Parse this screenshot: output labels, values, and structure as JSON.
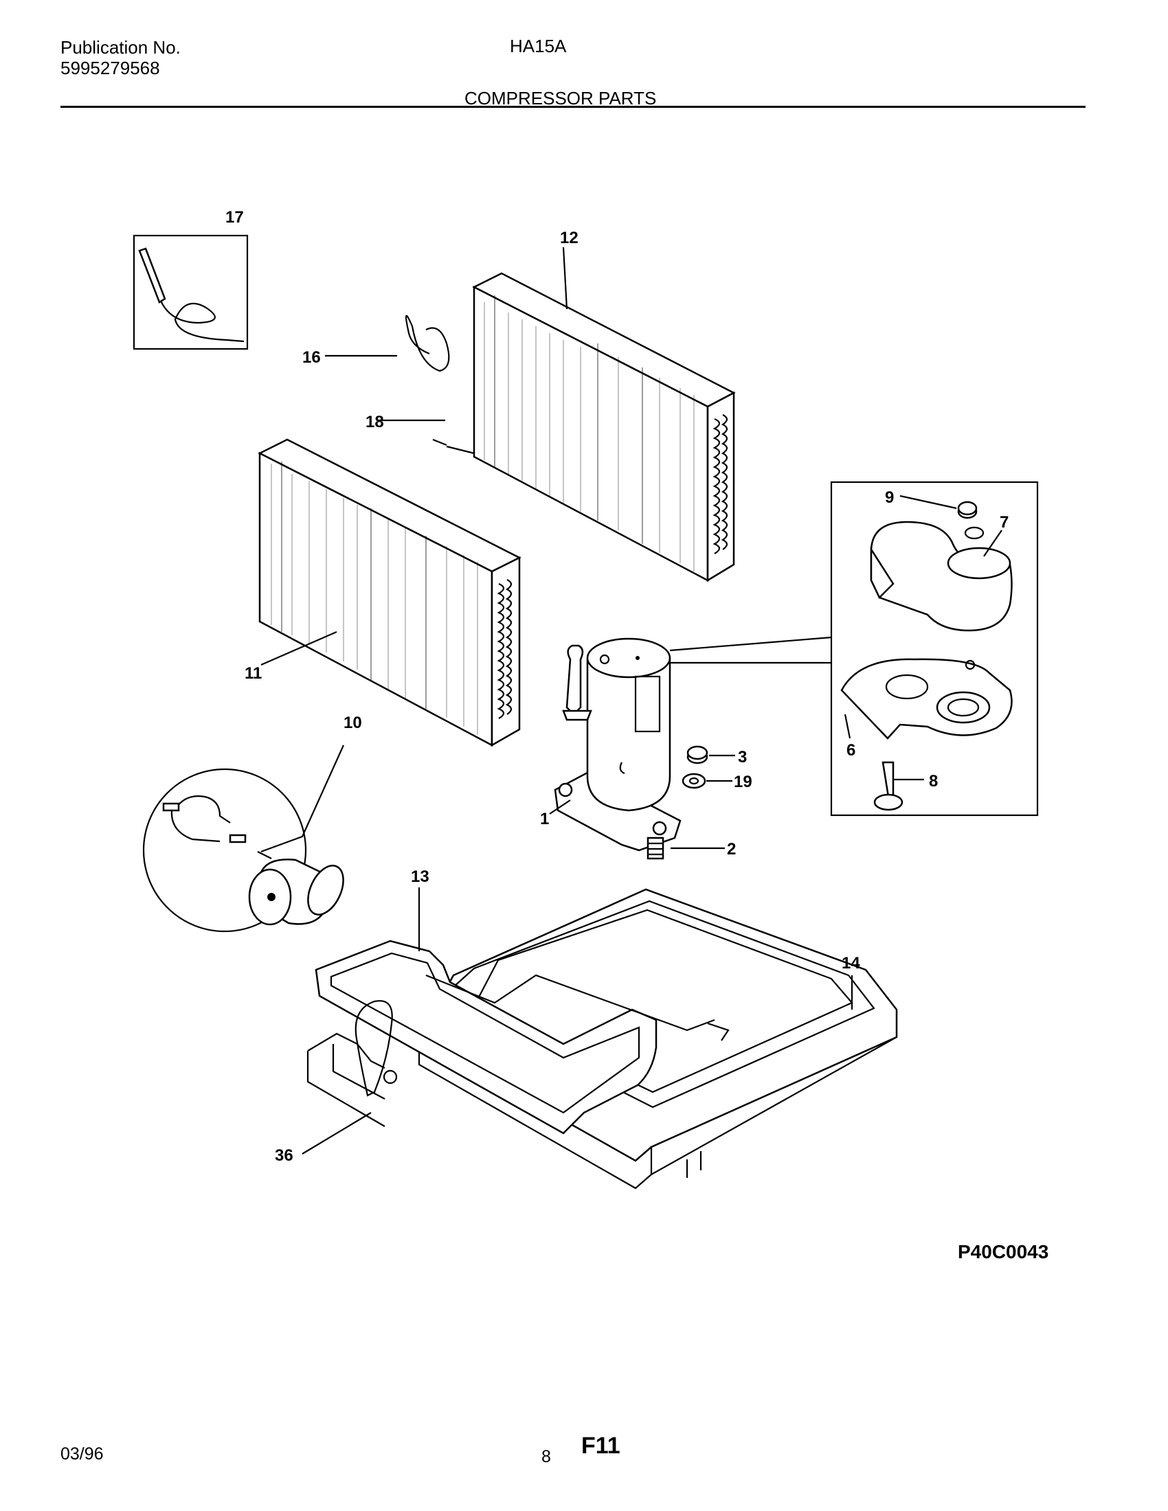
{
  "header": {
    "publication_label": "Publication No.",
    "publication_number": "5995279568",
    "model": "HA15A",
    "section_title": "COMPRESSOR PARTS"
  },
  "figure_code": "P40C0043",
  "footer": {
    "date": "03/96",
    "page_number": "8",
    "page_code": "F11"
  },
  "callouts": {
    "c1": "1",
    "c2": "2",
    "c3": "3",
    "c6": "6",
    "c7": "7",
    "c8": "8",
    "c9": "9",
    "c10": "10",
    "c11": "11",
    "c12": "12",
    "c13": "13",
    "c14": "14",
    "c16": "16",
    "c17": "17",
    "c18": "18",
    "c19": "19",
    "c36": "36"
  }
}
